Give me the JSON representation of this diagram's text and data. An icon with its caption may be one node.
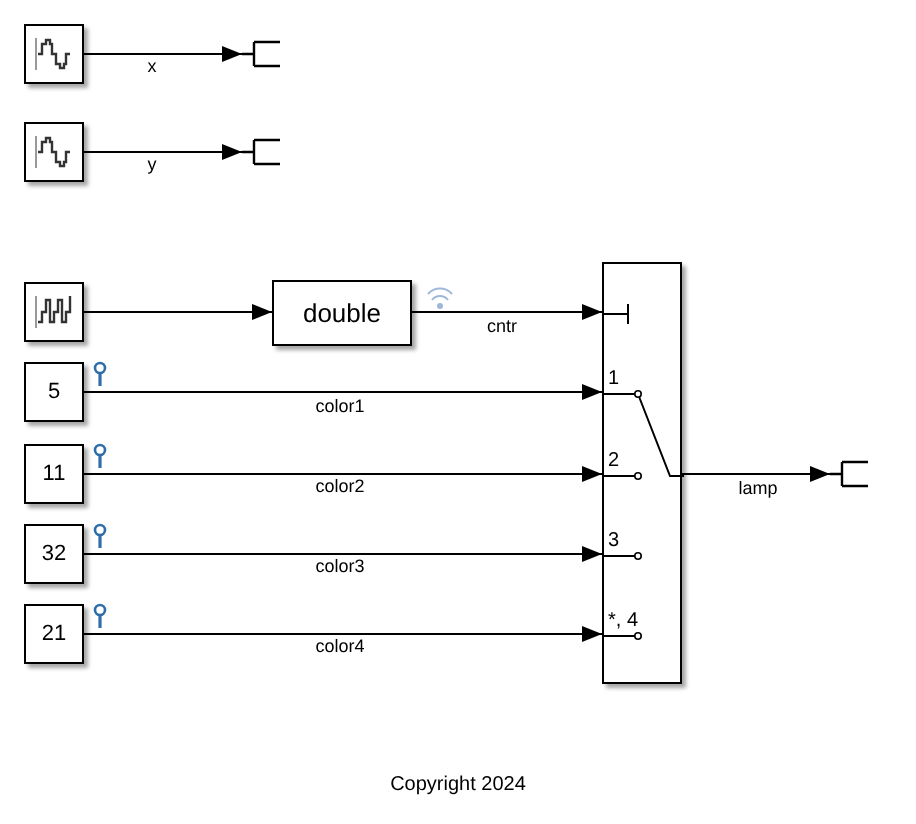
{
  "diagram": {
    "nodes": [
      {
        "text": [],
        "shape": "box"
      },
      {
        "text": [],
        "shape": "box"
      },
      {
        "text": [],
        "shape": "box"
      },
      {
        "text": [],
        "shape": "box"
      },
      {
        "text": [],
        "shape": "box"
      },
      {
        "text": [
          "double"
        ]
      },
      {
        "text": [
          "1",
          "2",
          "3",
          "*, 4"
        ]
      },
      {
        "text": [
          "5"
        ]
      },
      {
        "text": [
          "11"
        ]
      },
      {
        "text": [
          "32"
        ]
      },
      {
        "text": [
          "21"
        ]
      },
      {
        "text": [],
        "shape": "box"
      }
    ],
    "edges": [
      {
        "from": 0,
        "to": 1,
        "arrow": "to",
        "label": "x"
      },
      {
        "from": 2,
        "to": 3,
        "arrow": "to",
        "label": "y"
      },
      {
        "from": 4,
        "to": 5,
        "arrow": "to"
      },
      {
        "from": 5,
        "to": 6,
        "arrow": "to",
        "label": "cntr"
      },
      {
        "from": 7,
        "to": 6,
        "arrow": "to",
        "label": "color1"
      },
      {
        "from": 8,
        "to": 6,
        "arrow": "to",
        "label": "color2"
      },
      {
        "from": 9,
        "to": 6,
        "arrow": "to",
        "label": "color3"
      },
      {
        "from": 10,
        "to": 6,
        "arrow": "to",
        "label": "color4"
      },
      {
        "from": 6,
        "to": 11,
        "arrow": "to",
        "label": "lamp"
      }
    ],
    "labels": [
      "Copyright 2024"
    ]
  }
}
